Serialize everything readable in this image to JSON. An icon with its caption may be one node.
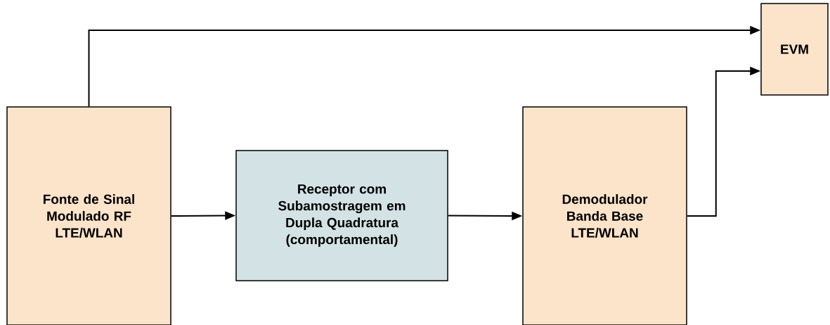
{
  "diagram": {
    "nodes": [
      {
        "text": [
          "Fonte de Sinal Modulado RF LTE/WLAN"
        ]
      },
      {
        "text": [
          "Receptor com Subamostragem em Dupla Quadratura (comportamental)"
        ]
      },
      {
        "text": [
          "Demodulador Banda Base LTE/WLAN"
        ]
      },
      {
        "text": [
          "EVM"
        ]
      }
    ],
    "edges": [
      {
        "from": 0,
        "to": 1,
        "arrow": "to"
      },
      {
        "from": 1,
        "to": 2,
        "arrow": "to"
      },
      {
        "from": 2,
        "to": 3,
        "arrow": "to"
      },
      {
        "from": 0,
        "to": 3,
        "arrow": "to"
      }
    ]
  }
}
